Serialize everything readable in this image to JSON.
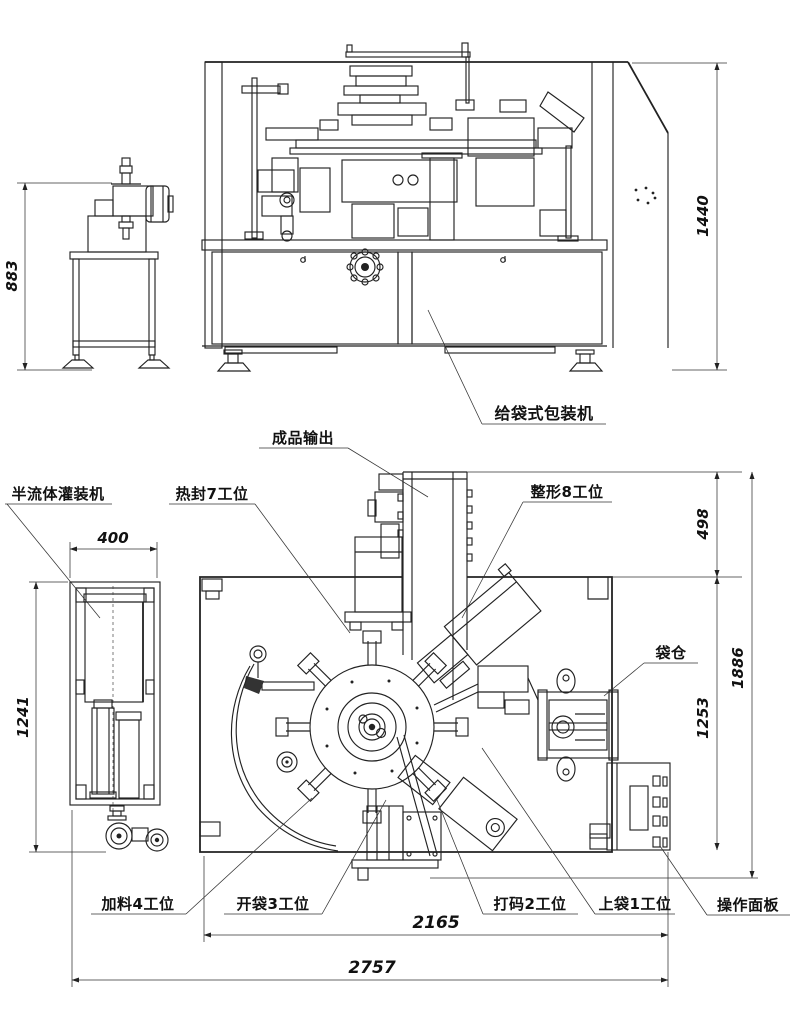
{
  "drawing": {
    "front_view": {
      "machine_label": "给袋式包装机",
      "dim_filler_height": "883",
      "dim_machine_height": "1440"
    },
    "plan_view": {
      "labels": {
        "product_output": "成品输出",
        "semifluid_filler": "半流体灌装机",
        "heatseal_st7": "热封7工位",
        "shaping_st8": "整形8工位",
        "bag_magazine": "袋仓",
        "feeding_st4": "加料4工位",
        "bag_opening_st3": "开袋3工位",
        "coding_st2": "打码2工位",
        "bag_loading_st1": "上袋1工位",
        "control_panel": "操作面板"
      },
      "dims": {
        "filler_width": "400",
        "filler_length": "1241",
        "output_overhang": "498",
        "frame_depth": "1253",
        "total_depth": "1886",
        "frame_width": "2165",
        "total_width": "2757"
      }
    },
    "colors": {
      "line": "#222222",
      "text": "#111111",
      "background": "#ffffff"
    }
  }
}
